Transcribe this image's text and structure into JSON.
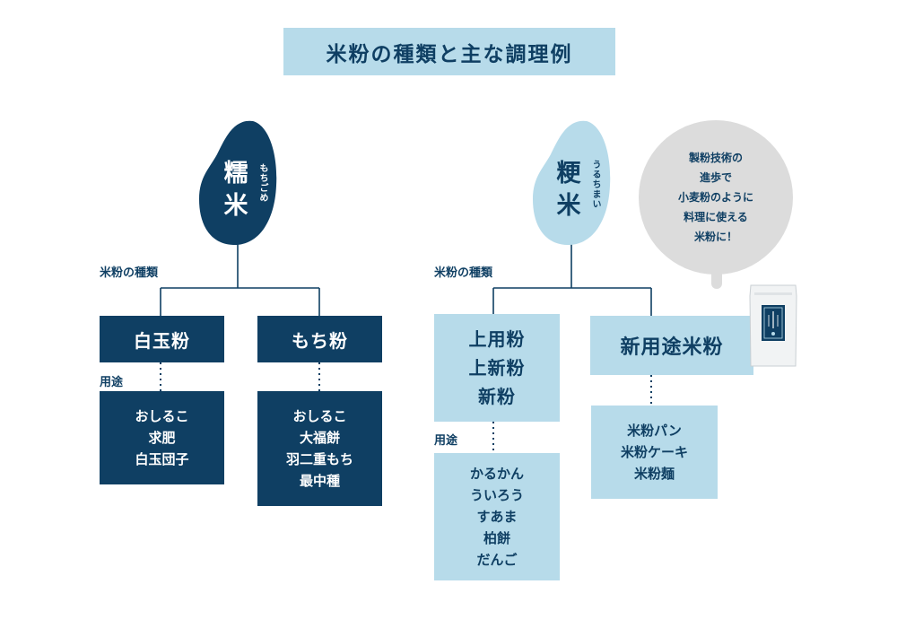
{
  "title": "米粉の種類と主な調理例",
  "left": {
    "grain_kanji": [
      "糯",
      "米"
    ],
    "grain_reading": "もちごめ",
    "types_label": "米粉の種類",
    "uses_label": "用途",
    "categories": [
      {
        "name": "白玉粉",
        "uses": [
          "おしるこ",
          "求肥",
          "白玉団子"
        ]
      },
      {
        "name": "もち粉",
        "uses": [
          "おしるこ",
          "大福餅",
          "羽二重もち",
          "最中種"
        ]
      }
    ]
  },
  "right": {
    "grain_kanji": [
      "粳",
      "米"
    ],
    "grain_reading": "うるちまい",
    "types_label": "米粉の種類",
    "uses_label": "用途",
    "categories": [
      {
        "name_lines": [
          "上用粉",
          "上新粉",
          "新粉"
        ],
        "uses": [
          "かるかん",
          "ういろう",
          "すあま",
          "柏餅",
          "だんご"
        ]
      },
      {
        "name": "新用途米粉",
        "uses": [
          "米粉パン",
          "米粉ケーキ",
          "米粉麺"
        ]
      }
    ]
  },
  "bubble": {
    "lines": [
      "製粉技術の",
      "進歩で",
      "小麦粉のように",
      "料理に使える",
      "米粉に！"
    ]
  },
  "colors": {
    "dark": "#0f3f63",
    "light": "#b7dbea",
    "bubble": "#dcdcdc"
  },
  "icons": [
    "rice-grain-dark",
    "rice-grain-light",
    "rice-flour-package"
  ]
}
